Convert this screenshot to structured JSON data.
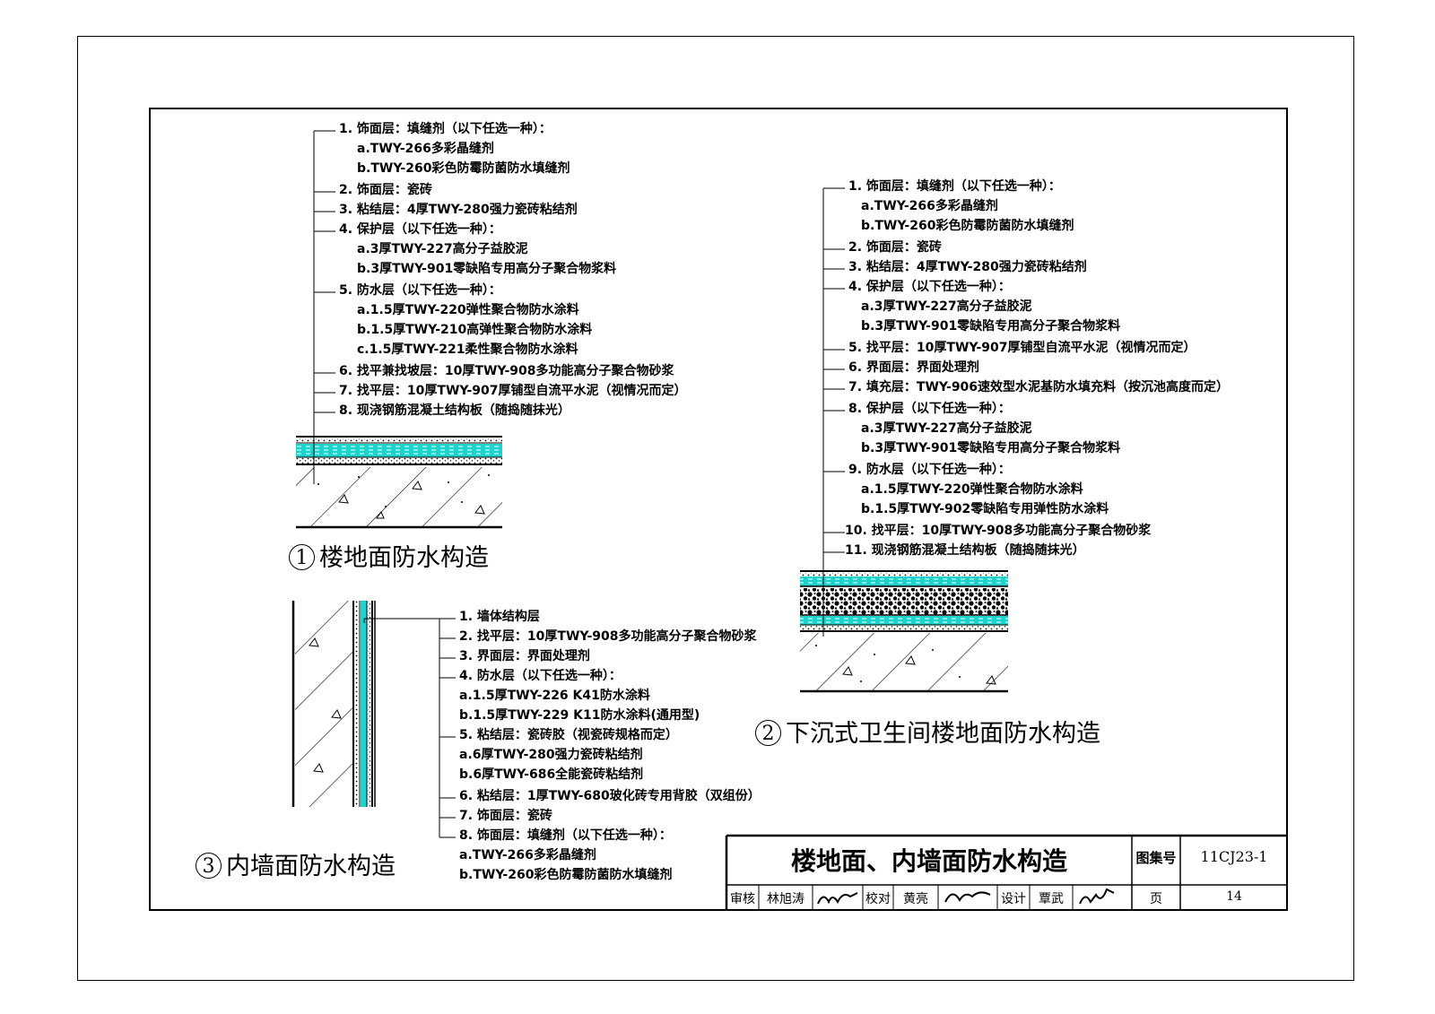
{
  "detail1": {
    "number": "1",
    "title": "楼地面防水构造",
    "notes": [
      "1. 饰面层：填缝剂（以下任选一种）：",
      "a.TWY-266多彩晶缝剂",
      "b.TWY-260彩色防霉防菌防水填缝剂",
      "2. 饰面层：瓷砖",
      "3. 粘结层：4厚TWY-280强力瓷砖粘结剂",
      "4. 保护层（以下任选一种）：",
      "a.3厚TWY-227高分子益胶泥",
      "b.3厚TWY-901零缺陷专用高分子聚合物浆料",
      "5. 防水层（以下任选一种）：",
      "a.1.5厚TWY-220弹性聚合物防水涂料",
      "b.1.5厚TWY-210高弹性聚合物防水涂料",
      "c.1.5厚TWY-221柔性聚合物防水涂料",
      "6. 找平兼找坡层：10厚TWY-908多功能高分子聚合物砂浆",
      "7. 找平层：10厚TWY-907厚铺型自流平水泥（视情况而定）",
      "8. 现浇钢筋混凝土结构板（随捣随抹光）"
    ]
  },
  "detail2": {
    "number": "2",
    "title": "下沉式卫生间楼地面防水构造",
    "notes": [
      "1. 饰面层：填缝剂（以下任选一种）：",
      "a.TWY-266多彩晶缝剂",
      "b.TWY-260彩色防霉防菌防水填缝剂",
      "2. 饰面层：瓷砖",
      "3. 粘结层：4厚TWY-280强力瓷砖粘结剂",
      "4. 保护层（以下任选一种）：",
      "a.3厚TWY-227高分子益胶泥",
      "b.3厚TWY-901零缺陷专用高分子聚合物浆料",
      "5. 找平层：10厚TWY-907厚铺型自流平水泥（视情况而定）",
      "6. 界面层：界面处理剂",
      "7. 填充层：TWY-906速效型水泥基防水填充料（按沉池高度而定）",
      "8. 保护层（以下任选一种）：",
      "a.3厚TWY-227高分子益胶泥",
      "b.3厚TWY-901零缺陷专用高分子聚合物浆料",
      "9. 防水层（以下任选一种）：",
      "a.1.5厚TWY-220弹性聚合物防水涂料",
      "b.1.5厚TWY-902零缺陷专用弹性防水涂料",
      "10. 找平层：10厚TWY-908多功能高分子聚合物砂浆",
      "11. 现浇钢筋混凝土结构板（随捣随抹光）"
    ]
  },
  "detail3": {
    "number": "3",
    "title": "内墙面防水构造",
    "notes": [
      "1. 墙体结构层",
      "2. 找平层：10厚TWY-908多功能高分子聚合物砂浆",
      "3. 界面层：界面处理剂",
      "4. 防水层（以下任选一种）：",
      "a.1.5厚TWY-226 K41防水涂料",
      "b.1.5厚TWY-229 K11防水涂料(通用型)",
      "5. 粘结层：瓷砖胶（视瓷砖规格而定）",
      "a.6厚TWY-280强力瓷砖粘结剂",
      "b.6厚TWY-686全能瓷砖粘结剂",
      "6. 粘结层：1厚TWY-680玻化砖专用背胶（双组份）",
      "7. 饰面层：瓷砖",
      "8. 饰面层：填缝剂（以下任选一种）：",
      "a.TWY-266多彩晶缝剂",
      "b.TWY-260彩色防霉防菌防水填缝剂"
    ]
  },
  "title_block": {
    "drawing_title": "楼地面、内墙面防水构造",
    "atlas_label": "图集号",
    "atlas_no": "11CJ23-1",
    "review_label": "审核",
    "reviewer": "林旭涛",
    "check_label": "校对",
    "checker": "黄亮",
    "design_label": "设计",
    "designer": "覃武",
    "page_label": "页",
    "page_no": "14"
  },
  "colors": {
    "waterproof_layer": "#1fd3cc",
    "line": "#000000"
  },
  "icons": {
    "hatch": "concrete-hatch",
    "signature": "handwritten-signature"
  }
}
